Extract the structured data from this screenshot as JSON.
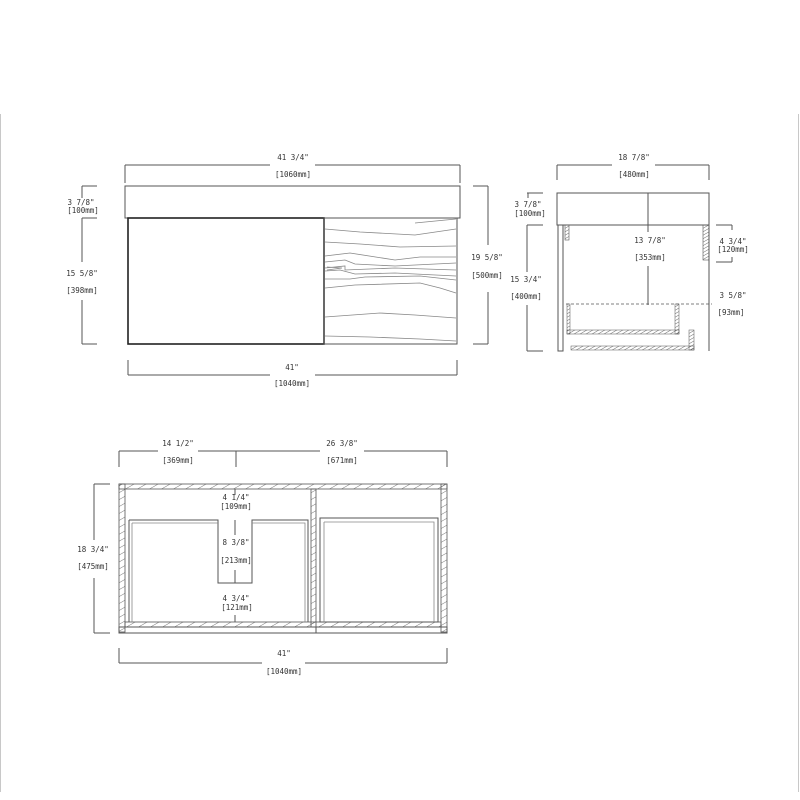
{
  "drawing": {
    "front_view": {
      "overall_width_in": "41 3/4\"",
      "overall_width_mm": "[1060mm]",
      "top_height_in": "3 7/8\"",
      "top_height_mm": "[100mm]",
      "body_height_in": "15 5/8\"",
      "body_height_mm": "[398mm]",
      "total_height_in": "19 5/8\"",
      "total_height_mm": "[500mm]",
      "body_width_in": "41\"",
      "body_width_mm": "[1040mm]"
    },
    "side_view": {
      "depth_in": "18 7/8\"",
      "depth_mm": "[480mm]",
      "top_height_in": "3 7/8\"",
      "top_height_mm": "[100mm]",
      "body_height_in": "15 3/4\"",
      "body_height_mm": "[400mm]",
      "basin_depth_in": "13 7/8\"",
      "basin_depth_mm": "[353mm]",
      "back_panel_in": "4 3/4\"",
      "back_panel_mm": "[120mm]",
      "drawer_offset_in": "3 5/8\"",
      "drawer_offset_mm": "[93mm]"
    },
    "plan_view": {
      "left_width_in": "14 1/2\"",
      "left_width_mm": "[369mm]",
      "right_width_in": "26 3/8\"",
      "right_width_mm": "[671mm]",
      "depth_in": "18 3/4\"",
      "depth_mm": "[475mm]",
      "notch_offset_in": "4 1/4\"",
      "notch_offset_mm": "[109mm]",
      "notch_depth_in": "8 3/8\"",
      "notch_depth_mm": "[213mm]",
      "notch_bottom_in": "4 3/4\"",
      "notch_bottom_mm": "[121mm]",
      "overall_width_in": "41\"",
      "overall_width_mm": "[1040mm]"
    }
  },
  "colors": {
    "line": "#555555",
    "heavy_line": "#222222",
    "frame": "#c8c8c8",
    "background": "#ffffff"
  }
}
